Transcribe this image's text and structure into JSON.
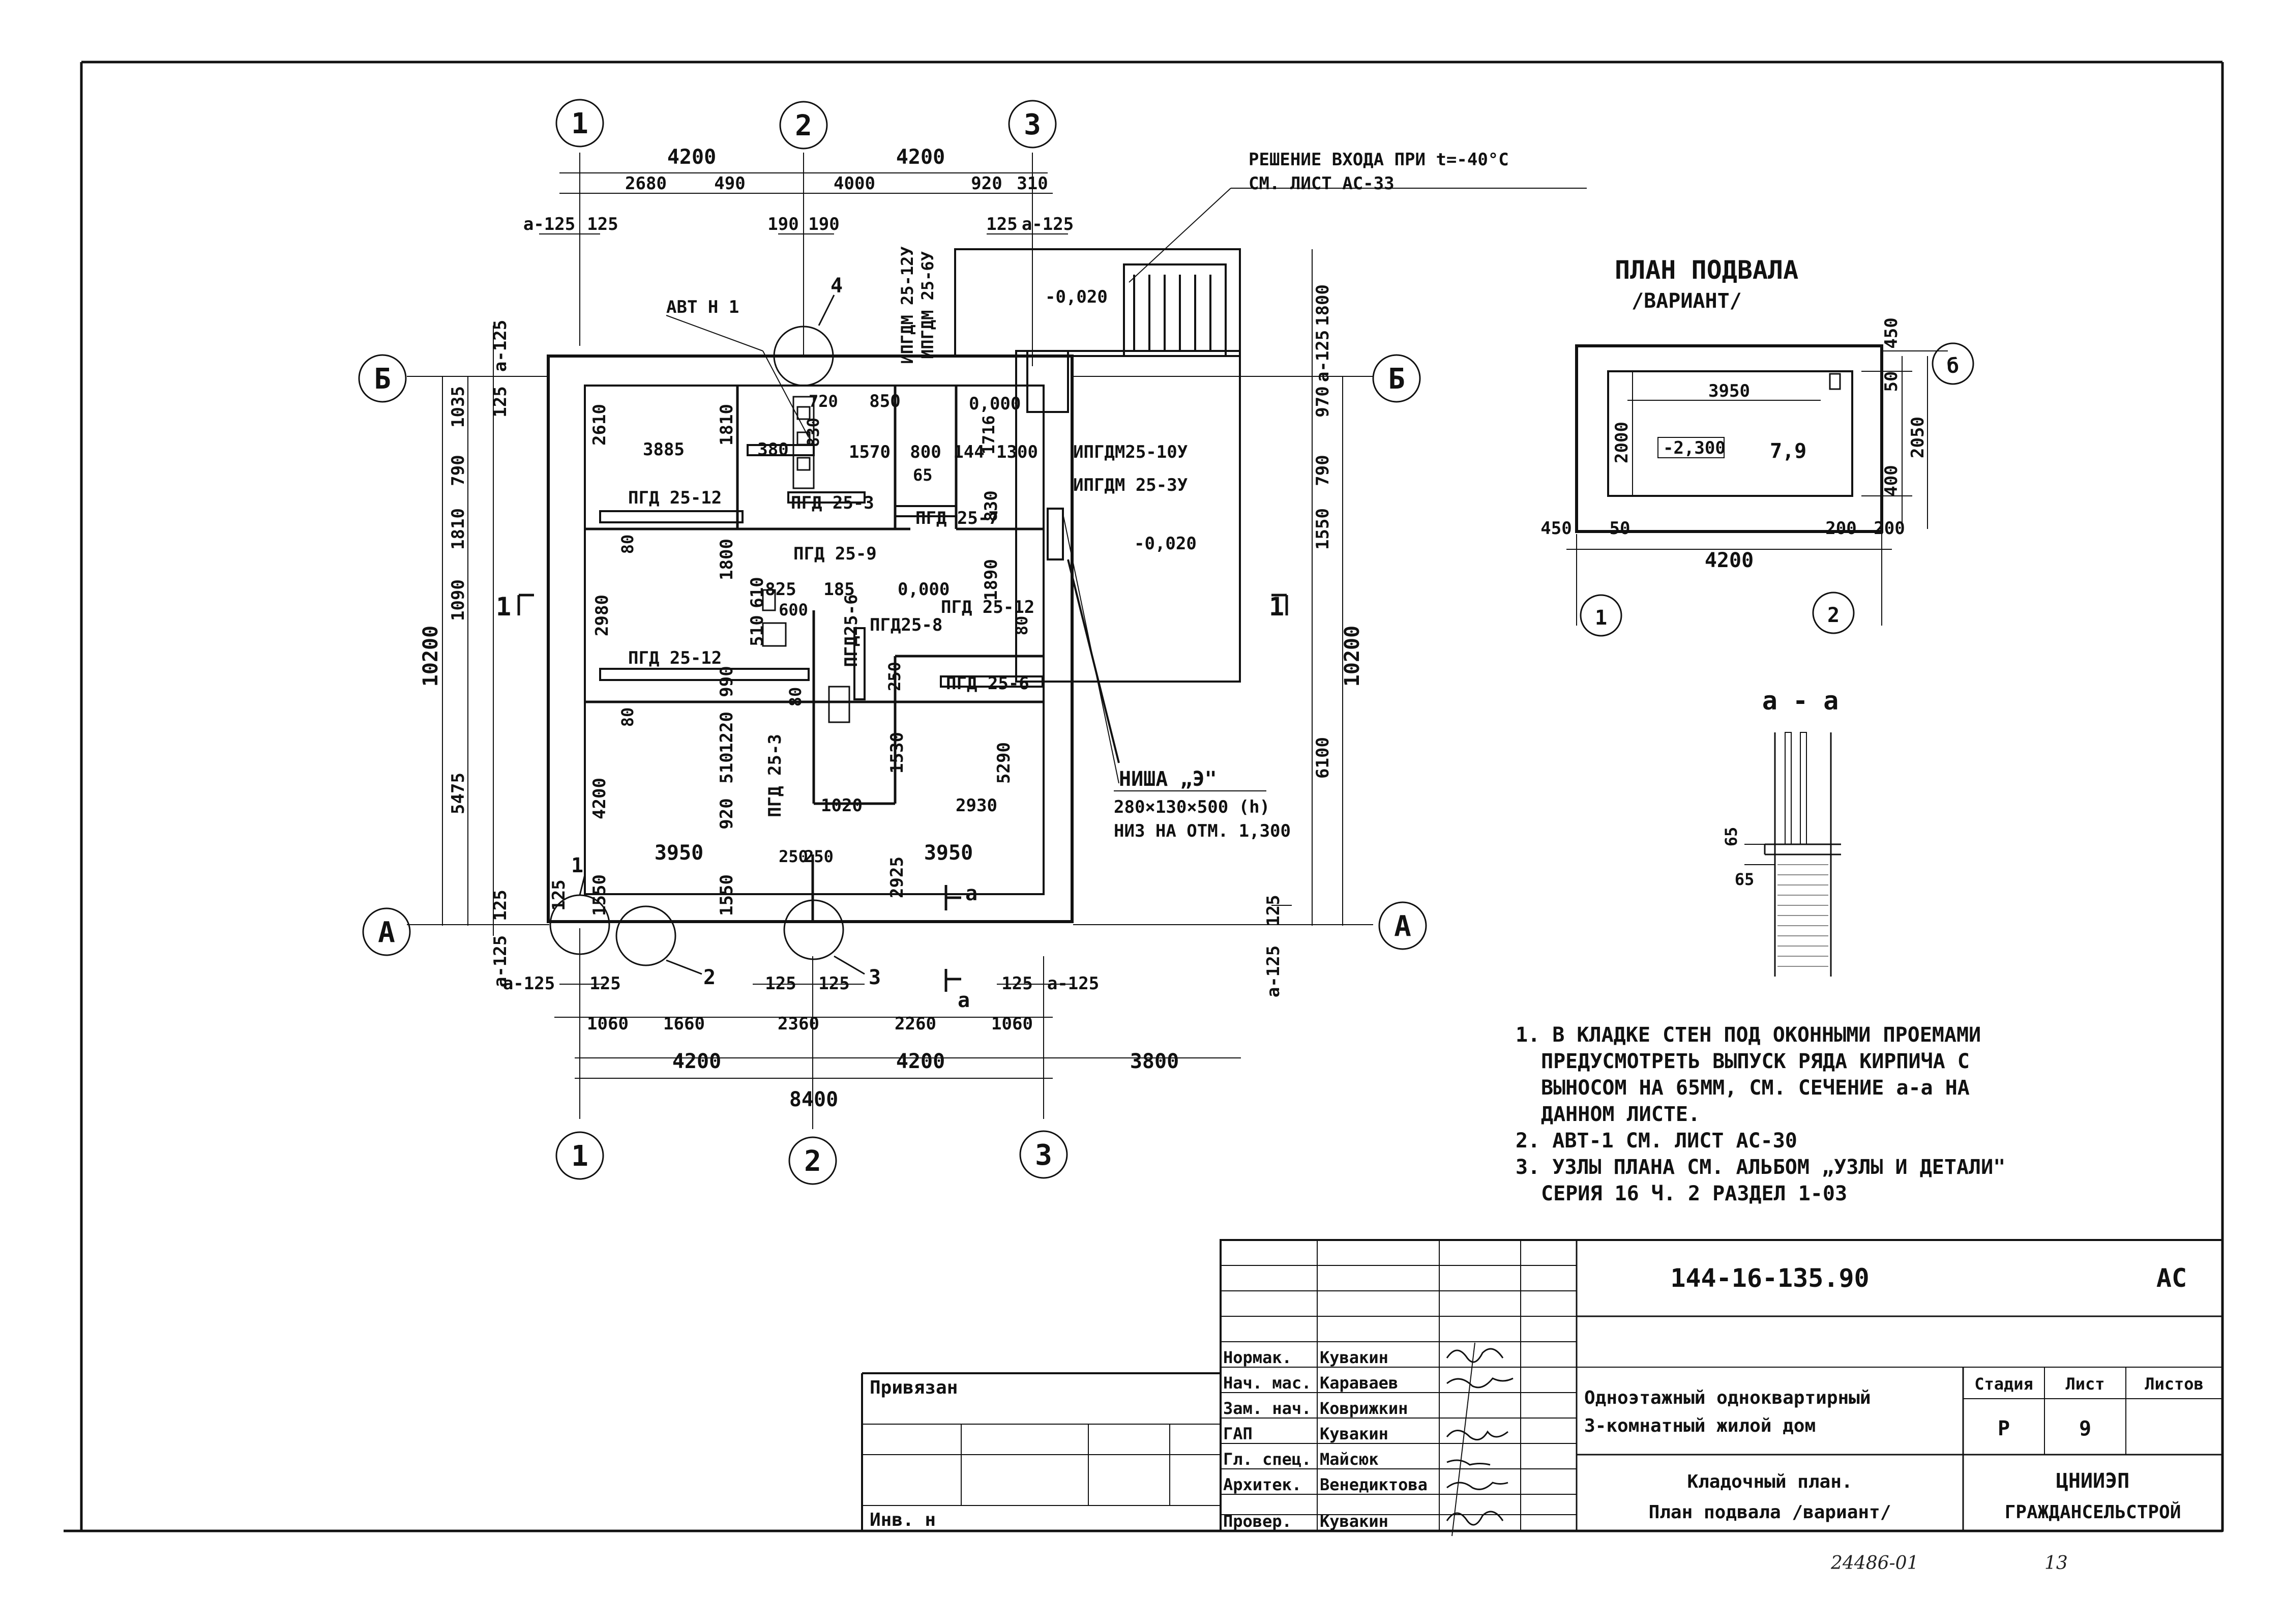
{
  "colors": {
    "ink": "#111111",
    "paper": "#ffffff"
  },
  "axes": {
    "top": [
      "1",
      "2",
      "3"
    ],
    "bottom": [
      "1",
      "2",
      "3"
    ],
    "left": [
      "Б",
      "А"
    ],
    "right": [
      "Б",
      "А"
    ],
    "basement_right": "б",
    "basement_bottom": [
      "1",
      "2"
    ]
  },
  "plan": {
    "dims_top_row1": [
      "4200",
      "4200"
    ],
    "dims_top_row2": [
      "2680",
      "490",
      "4000",
      "920",
      "310"
    ],
    "dims_top_row3": [
      "а-125",
      "125",
      "190",
      "190",
      "125",
      "а-125"
    ],
    "dims_bottom_row1": [
      "а-125",
      "125",
      "125",
      "125",
      "125",
      "а-125"
    ],
    "dims_bottom_row2": [
      "1060",
      "1660",
      "2360",
      "2260",
      "1060"
    ],
    "dims_bottom_row3": [
      "4200",
      "4200",
      "3800"
    ],
    "dims_bottom_total": "8400",
    "dims_left_total": "10200",
    "dims_left_chain": [
      "1035",
      "790",
      "1810",
      "1090",
      "5475"
    ],
    "dims_left_small": [
      "а-125",
      "125",
      "125",
      "а-125",
      "125"
    ],
    "dims_right_total": "10200",
    "dims_right_chain": [
      "1800",
      "а-125",
      "970",
      "790",
      "1550",
      "6100"
    ],
    "dims_right_small": [
      "125",
      "а-125"
    ],
    "section_mark": "1",
    "section_a_mark": "а",
    "entrance_note": [
      "РЕШЕНИЕ ВХОДА ПРИ t=-40°С",
      "СМ. ЛИСТ АС-33"
    ],
    "avt_label": "АВТ Н 1",
    "node_labels": [
      "1",
      "2",
      "3",
      "4"
    ],
    "levels": [
      "-0,020",
      "0,000",
      "0,000",
      "-0,020"
    ],
    "lintels": [
      "ИПГДМ 25-12У",
      "ИПГДМ 25-6У",
      "ИПГДМ25-10У",
      "ИПГДМ 25-3У",
      "ПГД 25-12",
      "ПГД 25-3",
      "ПГД 25-9",
      "ПГД 25-7",
      "ПГД 25-12",
      "ПГД25-6",
      "ПГД25-8",
      "ПГД 25-12",
      "ПГД 25-6",
      "ПГД 25-3"
    ],
    "inner_dims": [
      "2610",
      "3885",
      "380",
      "1810",
      "720",
      "850",
      "830",
      "1570",
      "800",
      "144",
      "1300",
      "1716",
      "65",
      "830",
      "2980",
      "80",
      "1800",
      "510",
      "610",
      "825",
      "185",
      "600",
      "1890",
      "80",
      "990",
      "80",
      "80",
      "1220",
      "4200",
      "510",
      "920",
      "1020",
      "2930",
      "1530",
      "250",
      "5290",
      "250",
      "3950",
      "250",
      "3950",
      "1550",
      "2925",
      "1550"
    ],
    "niche_note": [
      "НИША „Э\"",
      "280×130×500 (h)",
      "НИЗ НА ОТМ. 1,300"
    ]
  },
  "basement": {
    "title": "ПЛАН ПОДВАЛА",
    "subtitle": "/ВАРИАНТ/",
    "dims": [
      "3950",
      "2000",
      "2050",
      "450",
      "50",
      "400",
      "450",
      "50",
      "200",
      "200",
      "4200"
    ],
    "level": "-2,300",
    "area": "7,9"
  },
  "section_aa": {
    "title": "а - а",
    "dims": [
      "65",
      "65"
    ]
  },
  "notes": [
    "1. В КЛАДКЕ СТЕН ПОД ОКОННЫМИ ПРОЕМАМИ",
    "ПРЕДУСМОТРЕТЬ ВЫПУСК РЯДА КИРПИЧА С",
    "ВЫНОСОМ НА 65ММ, СМ. СЕЧЕНИЕ а-а НА",
    "ДАННОМ ЛИСТЕ.",
    "2. АВТ-1 СМ. ЛИСТ АС-30",
    "3. УЗЛЫ ПЛАНА СМ. АЛЬБОМ „УЗЛЫ И ДЕТАЛИ\"",
    "СЕРИЯ 16 Ч. 2 РАЗДЕЛ 1-03"
  ],
  "titleblock": {
    "code": "144-16-135.90",
    "mark": "АС",
    "privyazan": "Привязан",
    "inv": "Инв. н",
    "staff": [
      {
        "role": "Нормак.",
        "name": "Кувакин"
      },
      {
        "role": "Нач. мас.",
        "name": "Караваев"
      },
      {
        "role": "Зам. нач.",
        "name": "Коврижкин"
      },
      {
        "role": "ГАП",
        "name": "Кувакин"
      },
      {
        "role": "Гл. спец.",
        "name": "Майсюк"
      },
      {
        "role": "Архитек.",
        "name": "Венедиктова"
      },
      {
        "role": "Провер.",
        "name": "Кувакин"
      }
    ],
    "building_line1": "Одноэтажный одноквартирный",
    "building_line2": "3-комнатный жилой дом",
    "sheet_line1": "Кладочный план.",
    "sheet_line2": "План подвала /вариант/",
    "stage_header": "Стадия",
    "sheet_header": "Лист",
    "sheets_header": "Листов",
    "stage": "Р",
    "sheet_no": "9",
    "org1": "ЦНИИЭП",
    "org2": "ГРАЖДАНСЕЛЬСТРОЙ"
  },
  "stamp": {
    "code": "24486-01",
    "page": "13"
  }
}
